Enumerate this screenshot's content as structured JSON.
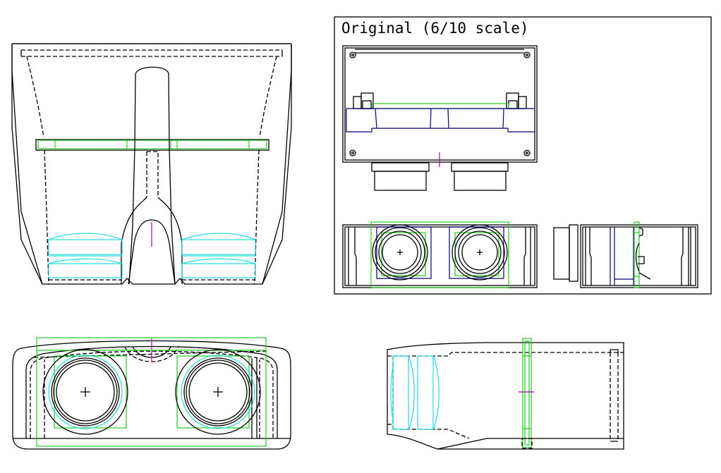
{
  "drawing": {
    "type": "orthographic CAD drawing",
    "views": [
      {
        "name": "front-section",
        "description": "Cut-away front view with lens stacks and center divider"
      },
      {
        "name": "original-top",
        "description": "Original (6/10 scale) top view with mount and clamps"
      },
      {
        "name": "original-front",
        "description": "Original (6/10 scale) front view with two lens circles"
      },
      {
        "name": "original-side",
        "description": "Original (6/10 scale) side view"
      },
      {
        "name": "rear-view",
        "description": "Rear view with two eyepieces"
      },
      {
        "name": "side-view",
        "description": "Side view with lens stack and plate"
      }
    ],
    "inset_title": "Original (6/10 scale)",
    "colors": {
      "outline": "#000000",
      "plate": "#22cc22",
      "lens": "#22dddd",
      "mount": "#000080",
      "center_mark": "#aa00aa",
      "background": "#ffffff"
    }
  }
}
